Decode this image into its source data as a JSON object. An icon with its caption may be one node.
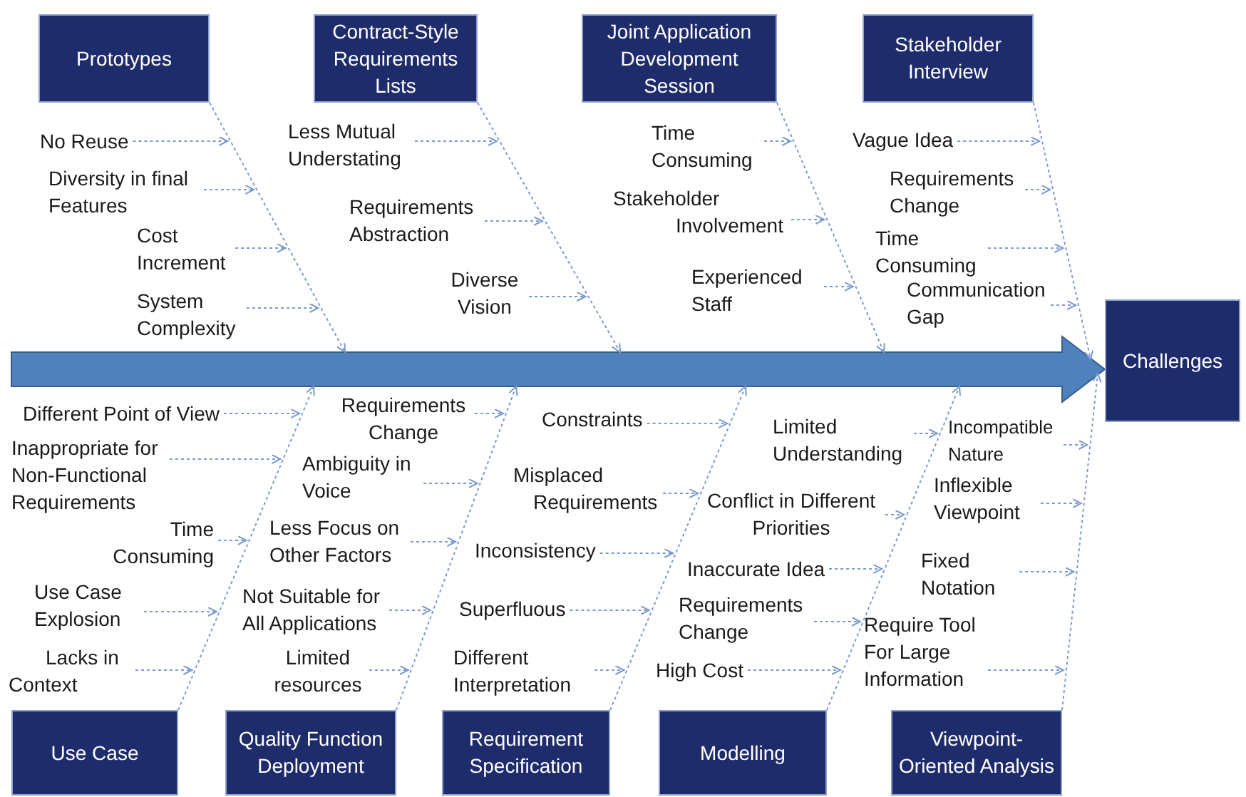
{
  "diagram": {
    "nodes": [
      {
        "text": [
          "Prototypes"
        ]
      },
      {
        "text": [
          "Contract-Style Requirements Lists"
        ]
      },
      {
        "text": [
          "Joint Application Development Session"
        ]
      },
      {
        "text": [
          "Stakeholder Interview"
        ]
      },
      {
        "text": [
          "Challenges"
        ]
      },
      {
        "text": [
          "Use Case"
        ]
      },
      {
        "text": [
          "Quality Function Deployment"
        ]
      },
      {
        "text": [
          "Requirement Specification"
        ]
      },
      {
        "text": [
          "Modelling"
        ]
      },
      {
        "text": [
          "Viewpoint-Oriented Analysis"
        ]
      },
      {
        "text": [
          "No Reuse"
        ]
      },
      {
        "text": [
          "Diversity in final Features"
        ]
      },
      {
        "text": [
          "Cost Increment"
        ]
      },
      {
        "text": [
          "System Complexity"
        ]
      },
      {
        "text": [
          "Less Mutual Understating"
        ]
      },
      {
        "text": [
          "Requirements Abstraction"
        ]
      },
      {
        "text": [
          "Diverse Vision"
        ]
      },
      {
        "text": [
          "Time Consuming"
        ]
      },
      {
        "text": [
          "Stakeholder Involvement"
        ]
      },
      {
        "text": [
          "Experienced Staff"
        ]
      },
      {
        "text": [
          "Vague Idea"
        ]
      },
      {
        "text": [
          "Requirements Change"
        ]
      },
      {
        "text": [
          "Time Consuming"
        ]
      },
      {
        "text": [
          "Communication Gap"
        ]
      },
      {
        "text": [
          "Different Point of View"
        ]
      },
      {
        "text": [
          "Inappropriate for Non-Functional Requirements"
        ]
      },
      {
        "text": [
          "Time Consuming"
        ]
      },
      {
        "text": [
          "Use Case Explosion"
        ]
      },
      {
        "text": [
          "Lacks in Context"
        ]
      },
      {
        "text": [
          "Requirements Change"
        ]
      },
      {
        "text": [
          "Ambiguity in Voice"
        ]
      },
      {
        "text": [
          "Less Focus on Other Factors"
        ]
      },
      {
        "text": [
          "Not Suitable for All Applications"
        ]
      },
      {
        "text": [
          "Limited resources"
        ]
      },
      {
        "text": [
          "Constraints"
        ]
      },
      {
        "text": [
          "Misplaced Requirements"
        ]
      },
      {
        "text": [
          "Inconsistency"
        ]
      },
      {
        "text": [
          "Superfluous"
        ]
      },
      {
        "text": [
          "Different Interpretation"
        ]
      },
      {
        "text": [
          "Limited Understanding"
        ]
      },
      {
        "text": [
          "Conflict in Different Priorities"
        ]
      },
      {
        "text": [
          "Inaccurate Idea"
        ]
      },
      {
        "text": [
          "Requirements Change"
        ]
      },
      {
        "text": [
          "High Cost"
        ]
      },
      {
        "text": [
          "Incompatible Nature"
        ]
      },
      {
        "text": [
          "Inflexible Viewpoint"
        ]
      },
      {
        "text": [
          "Fixed Notation"
        ]
      },
      {
        "text": [
          "Require Tool For Large Information"
        ]
      },
      {
        "text": [],
        "shape": "arrow"
      },
      {
        "text": [],
        "shape": "line"
      },
      {
        "text": [],
        "shape": "line"
      },
      {
        "text": [],
        "shape": "line"
      },
      {
        "text": [],
        "shape": "line"
      },
      {
        "text": [],
        "shape": "line"
      },
      {
        "text": [],
        "shape": "line"
      },
      {
        "text": [],
        "shape": "line"
      },
      {
        "text": [],
        "shape": "line"
      },
      {
        "text": [],
        "shape": "line"
      }
    ],
    "edges": [
      {
        "from": 10,
        "to": 49,
        "arrow": "to",
        "style": "dashed"
      },
      {
        "from": 11,
        "to": 49,
        "arrow": "to",
        "style": "dashed"
      },
      {
        "from": 12,
        "to": 49,
        "arrow": "to",
        "style": "dashed"
      },
      {
        "from": 13,
        "to": 49,
        "arrow": "to",
        "style": "dashed"
      },
      {
        "from": 14,
        "to": 50,
        "arrow": "to",
        "style": "dashed"
      },
      {
        "from": 15,
        "to": 50,
        "arrow": "to",
        "style": "dashed"
      },
      {
        "from": 16,
        "to": 50,
        "arrow": "to",
        "style": "dashed"
      },
      {
        "from": 17,
        "to": 51,
        "arrow": "to",
        "style": "dashed"
      },
      {
        "from": 18,
        "to": 51,
        "arrow": "to",
        "style": "dashed"
      },
      {
        "from": 19,
        "to": 51,
        "arrow": "to",
        "style": "dashed"
      },
      {
        "from": 20,
        "to": 52,
        "arrow": "to",
        "style": "dashed"
      },
      {
        "from": 21,
        "to": 52,
        "arrow": "to",
        "style": "dashed"
      },
      {
        "from": 22,
        "to": 52,
        "arrow": "to",
        "style": "dashed"
      },
      {
        "from": 23,
        "to": 52,
        "arrow": "to",
        "style": "dashed"
      },
      {
        "from": 24,
        "to": 53,
        "arrow": "to",
        "style": "dashed"
      },
      {
        "from": 25,
        "to": 53,
        "arrow": "to",
        "style": "dashed"
      },
      {
        "from": 26,
        "to": 53,
        "arrow": "to",
        "style": "dashed"
      },
      {
        "from": 27,
        "to": 53,
        "arrow": "to",
        "style": "dashed"
      },
      {
        "from": 28,
        "to": 53,
        "arrow": "to",
        "style": "dashed"
      },
      {
        "from": 29,
        "to": 54,
        "arrow": "to",
        "style": "dashed"
      },
      {
        "from": 30,
        "to": 54,
        "arrow": "to",
        "style": "dashed"
      },
      {
        "from": 31,
        "to": 54,
        "arrow": "to",
        "style": "dashed"
      },
      {
        "from": 32,
        "to": 54,
        "arrow": "to",
        "style": "dashed"
      },
      {
        "from": 33,
        "to": 54,
        "arrow": "to",
        "style": "dashed"
      },
      {
        "from": 34,
        "to": 55,
        "arrow": "to",
        "style": "dashed"
      },
      {
        "from": 35,
        "to": 55,
        "arrow": "to",
        "style": "dashed"
      },
      {
        "from": 36,
        "to": 55,
        "arrow": "to",
        "style": "dashed"
      },
      {
        "from": 37,
        "to": 55,
        "arrow": "to",
        "style": "dashed"
      },
      {
        "from": 38,
        "to": 55,
        "arrow": "to",
        "style": "dashed"
      },
      {
        "from": 39,
        "to": 56,
        "arrow": "to",
        "style": "dashed"
      },
      {
        "from": 40,
        "to": 56,
        "arrow": "to",
        "style": "dashed"
      },
      {
        "from": 41,
        "to": 56,
        "arrow": "to",
        "style": "dashed"
      },
      {
        "from": 42,
        "to": 56,
        "arrow": "to",
        "style": "dashed"
      },
      {
        "from": 43,
        "to": 56,
        "arrow": "to",
        "style": "dashed"
      },
      {
        "from": 44,
        "to": 57,
        "arrow": "to",
        "style": "dashed"
      },
      {
        "from": 45,
        "to": 57,
        "arrow": "to",
        "style": "dashed"
      },
      {
        "from": 46,
        "to": 57,
        "arrow": "to",
        "style": "dashed"
      },
      {
        "from": 47,
        "to": 57,
        "arrow": "to",
        "style": "dashed"
      },
      {
        "from": null,
        "to": 4,
        "arrow": "to",
        "style": "thick",
        "color": "#4f81bd"
      },
      {
        "from": 0,
        "to": 48,
        "arrow": "to",
        "style": "dashed"
      },
      {
        "from": 1,
        "to": 48,
        "arrow": "to",
        "style": "dashed"
      },
      {
        "from": 2,
        "to": 48,
        "arrow": "to",
        "style": "dashed"
      },
      {
        "from": 3,
        "to": 48,
        "arrow": "to",
        "style": "dashed"
      },
      {
        "from": 5,
        "to": 48,
        "arrow": "to",
        "style": "dashed"
      },
      {
        "from": 6,
        "to": 48,
        "arrow": "to",
        "style": "dashed"
      },
      {
        "from": 7,
        "to": 48,
        "arrow": "to",
        "style": "dashed"
      },
      {
        "from": 8,
        "to": 48,
        "arrow": "to",
        "style": "dashed"
      },
      {
        "from": 9,
        "to": 48,
        "arrow": "to",
        "style": "dashed"
      }
    ]
  }
}
